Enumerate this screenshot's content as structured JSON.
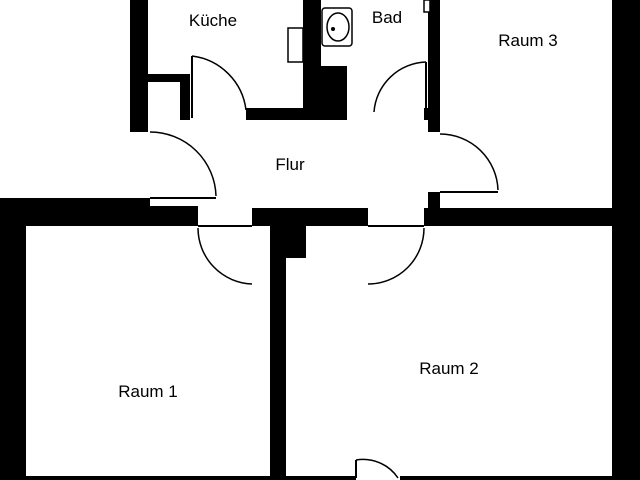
{
  "rooms": {
    "kueche": "Küche",
    "bad": "Bad",
    "raum3": "Raum 3",
    "flur": "Flur",
    "raum1": "Raum 1",
    "raum2": "Raum 2"
  },
  "colors": {
    "wall": "#000000",
    "background": "#ffffff"
  }
}
